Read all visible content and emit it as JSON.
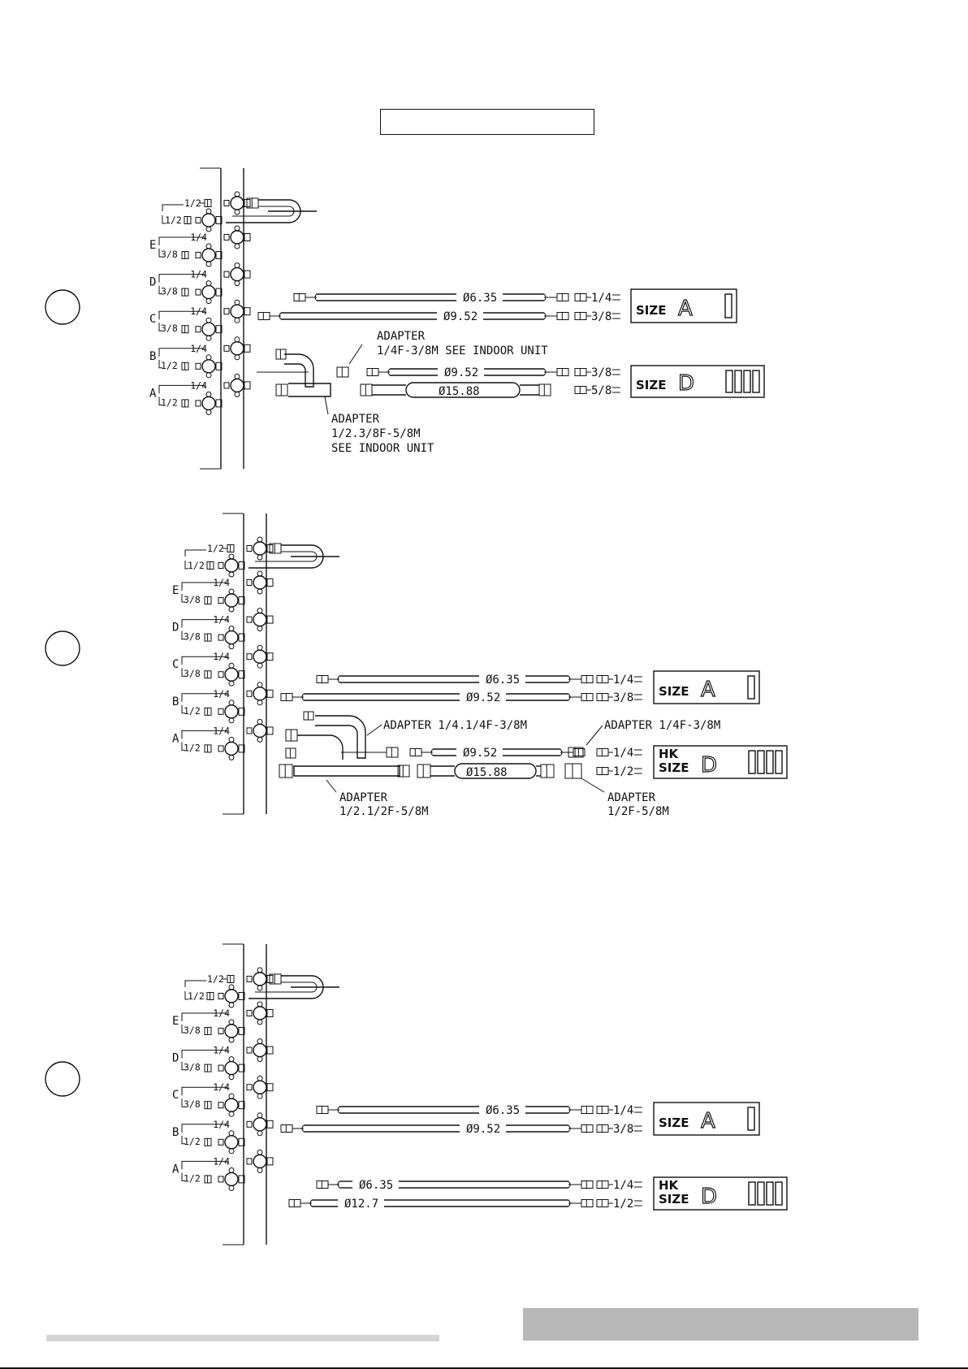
{
  "diagrams": [
    {
      "ports": {
        "top_pair": [
          "1/2",
          "1/2"
        ],
        "E": [
          "1/4",
          "3/8"
        ],
        "D": [
          "1/4",
          "3/8"
        ],
        "C": [
          "1/4",
          "3/8"
        ],
        "B": [
          "1/4",
          "1/2"
        ],
        "A": [
          "1/4",
          "1/2"
        ]
      },
      "pipes": [
        "Ø6.35",
        "Ø9.52",
        "Ø9.52",
        "Ø15.88"
      ],
      "ends": [
        "1/4",
        "3/8",
        "3/8",
        "5/8"
      ],
      "adapter_top": [
        "ADAPTER",
        "1/4F-3/8M SEE INDOOR UNIT"
      ],
      "adapter_bottom": [
        "ADAPTER",
        "1/2.3/8F-5/8M",
        "SEE INDOOR UNIT"
      ],
      "unit_small": {
        "size_label": "SIZE",
        "letter": "A"
      },
      "unit_large": {
        "size_label": "SIZE",
        "letter": "D"
      }
    },
    {
      "ports": {
        "top_pair": [
          "1/2",
          "1/2"
        ],
        "E": [
          "1/4",
          "3/8"
        ],
        "D": [
          "1/4",
          "3/8"
        ],
        "C": [
          "1/4",
          "3/8"
        ],
        "B": [
          "1/4",
          "1/2"
        ],
        "A": [
          "1/4",
          "1/2"
        ]
      },
      "pipes": [
        "Ø6.35",
        "Ø9.52",
        "Ø9.52",
        "Ø15.88"
      ],
      "ends": [
        "1/4",
        "3/8",
        "1/4",
        "1/2"
      ],
      "adapter_top_left": "ADAPTER 1/4.1/4F-3/8M",
      "adapter_top_right": "ADAPTER 1/4F-3/8M",
      "adapter_bottom_left": [
        "ADAPTER",
        "1/2.1/2F-5/8M"
      ],
      "adapter_bottom_right": [
        "ADAPTER",
        "1/2F-5/8M"
      ],
      "unit_small": {
        "size_label": "SIZE",
        "letter": "A"
      },
      "unit_large": {
        "hk_label": "HK",
        "size_label": "SIZE",
        "letter": "D"
      }
    },
    {
      "ports": {
        "top_pair": [
          "1/2",
          "1/2"
        ],
        "E": [
          "1/4",
          "3/8"
        ],
        "D": [
          "1/4",
          "3/8"
        ],
        "C": [
          "1/4",
          "3/8"
        ],
        "B": [
          "1/4",
          "1/2"
        ],
        "A": [
          "1/4",
          "1/2"
        ]
      },
      "pipes": [
        "Ø6.35",
        "Ø9.52",
        "Ø6.35",
        "Ø12.7"
      ],
      "ends": [
        "1/4",
        "3/8",
        "1/4",
        "1/2"
      ],
      "unit_small": {
        "size_label": "SIZE",
        "letter": "A"
      },
      "unit_large": {
        "hk_label": "HK",
        "size_label": "SIZE",
        "letter": "D"
      }
    }
  ],
  "row_letters": [
    "E",
    "D",
    "C",
    "B",
    "A"
  ]
}
